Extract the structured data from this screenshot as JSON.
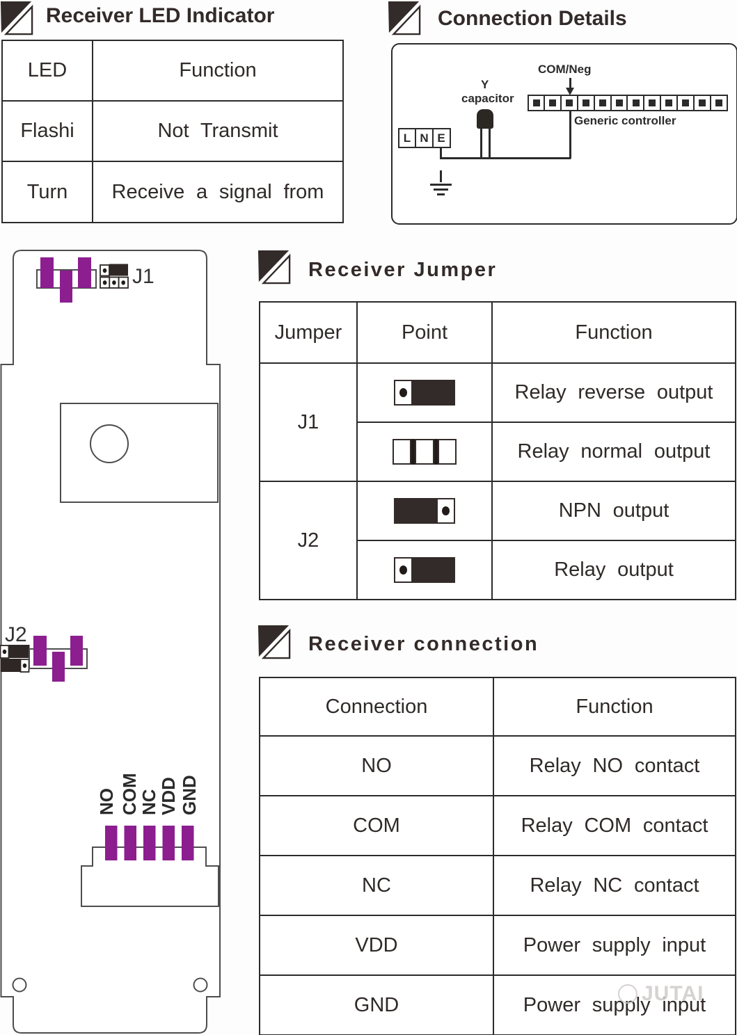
{
  "sections": {
    "led": {
      "title": "Receiver LED Indicator",
      "table": {
        "headers": [
          "LED",
          "Function"
        ],
        "rows": [
          {
            "led": "Flashi",
            "function": "Not Transmit"
          },
          {
            "led": "Turn",
            "function": "Receive a signal from"
          }
        ]
      }
    },
    "connection_details": {
      "title": "Connection Details",
      "com_neg_label": "COM/Neg",
      "controller_label": "Generic controller",
      "controller_pin_count": 12,
      "capacitor_label_line1": "Y",
      "capacitor_label_line2": "capacitor",
      "terminals": [
        "L",
        "N",
        "E"
      ]
    },
    "jumper": {
      "title": "Receiver Jumper",
      "table": {
        "headers": [
          "Jumper",
          "Point",
          "Function"
        ],
        "rows": [
          {
            "jumper": "J1",
            "point": "cap-right",
            "function": "Relay reverse output"
          },
          {
            "jumper": "J1",
            "point": "open-3",
            "function": "Relay normal output"
          },
          {
            "jumper": "J2",
            "point": "cap-left",
            "function": "NPN output"
          },
          {
            "jumper": "J2",
            "point": "cap-right",
            "function": "Relay output"
          }
        ]
      }
    },
    "receiver_connection": {
      "title": "Receiver connection",
      "table": {
        "headers": [
          "Connection",
          "Function"
        ],
        "rows": [
          {
            "connection": "NO",
            "function": "Relay NO contact"
          },
          {
            "connection": "COM",
            "function": "Relay COM contact"
          },
          {
            "connection": "NC",
            "function": "Relay NC contact"
          },
          {
            "connection": "VDD",
            "function": "Power supply input"
          },
          {
            "connection": "GND",
            "function": "Power supply input"
          }
        ]
      }
    },
    "pcb": {
      "j1_label": "J1",
      "j2_label": "J2",
      "pin_labels": [
        "NO",
        "COM",
        "NC",
        "VDD",
        "GND"
      ]
    },
    "watermark": "JUTAI"
  },
  "colors": {
    "line": "#2b2b2b",
    "pcb_outline": "#4d4d4d",
    "purple": "#8c1e90",
    "jumper_block": "#2e2725",
    "background": "#fdfdfd"
  }
}
